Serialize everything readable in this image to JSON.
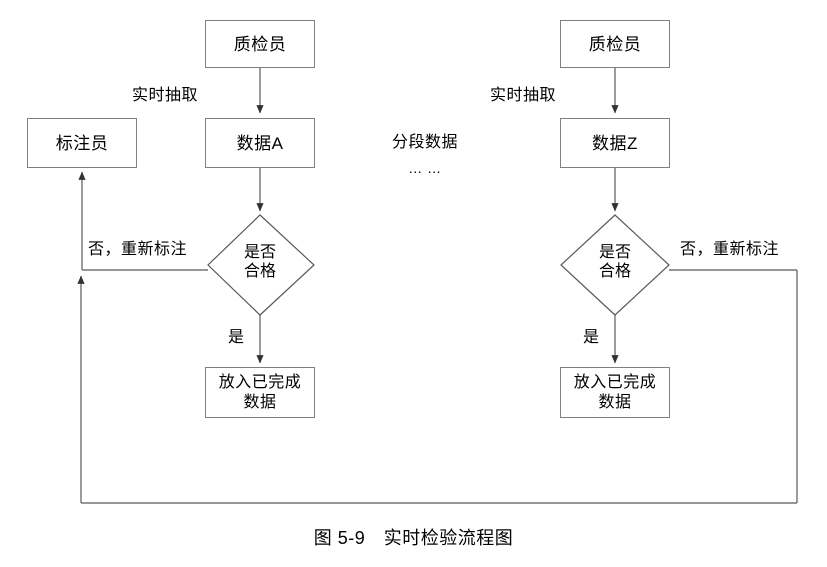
{
  "figure": {
    "caption_number": "图 5-9",
    "caption_title": "实时检验流程图",
    "caption_full": "图 5-9　实时检验流程图"
  },
  "style": {
    "box_border_color": "#808080",
    "line_color": "#595959",
    "text_color": "#000000",
    "background": "#ffffff"
  },
  "left_branch": {
    "inspector": "质检员",
    "data_node": "数据A",
    "decision_line1": "是否",
    "decision_line2": "合格",
    "done_node": "放入已完成\n数据",
    "edge_extract": "实时抽取",
    "edge_reject": "否，重新标注",
    "edge_accept": "是"
  },
  "right_branch": {
    "inspector": "质检员",
    "data_node": "数据Z",
    "decision_line1": "是否",
    "decision_line2": "合格",
    "done_node": "放入已完成\n数据",
    "edge_extract": "实时抽取",
    "edge_reject": "否，重新标注",
    "edge_accept": "是"
  },
  "annotator": {
    "label": "标注员"
  },
  "middle": {
    "segmented_data": "分段数据",
    "ellipsis": "… …"
  }
}
